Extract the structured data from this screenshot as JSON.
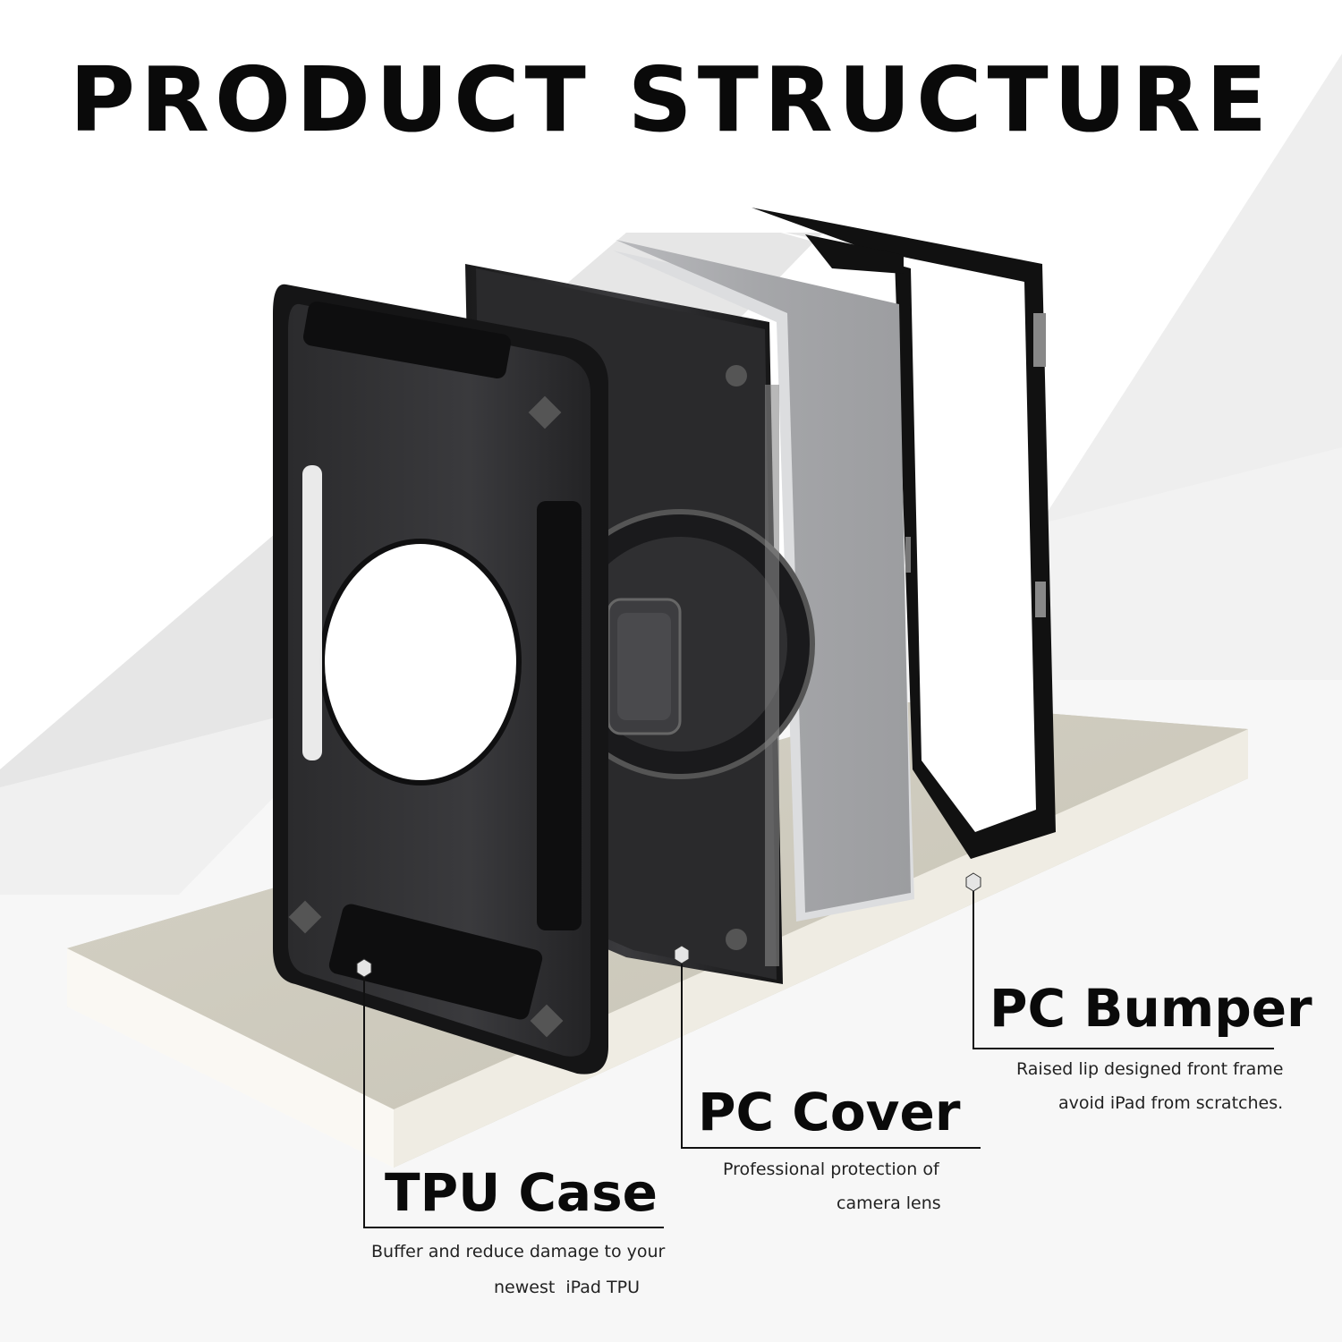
{
  "title": "PRODUCT STRUCTURE",
  "labels": {
    "bumper": {
      "heading": "PC Bumper",
      "line1": "Raised lip designed front frame",
      "line2": "avoid iPad from scratches."
    },
    "cover": {
      "heading": "PC Cover",
      "line1": "Professional protection of",
      "line2": "camera lens"
    },
    "tpu": {
      "heading": "TPU Case",
      "line1": "Buffer and reduce damage to your",
      "line2": "newest  iPad TPU"
    }
  },
  "colors": {
    "case_black": "#1c1c1e",
    "platform": "#d9d6cc",
    "tablet_silver": "#c8c9cc"
  }
}
